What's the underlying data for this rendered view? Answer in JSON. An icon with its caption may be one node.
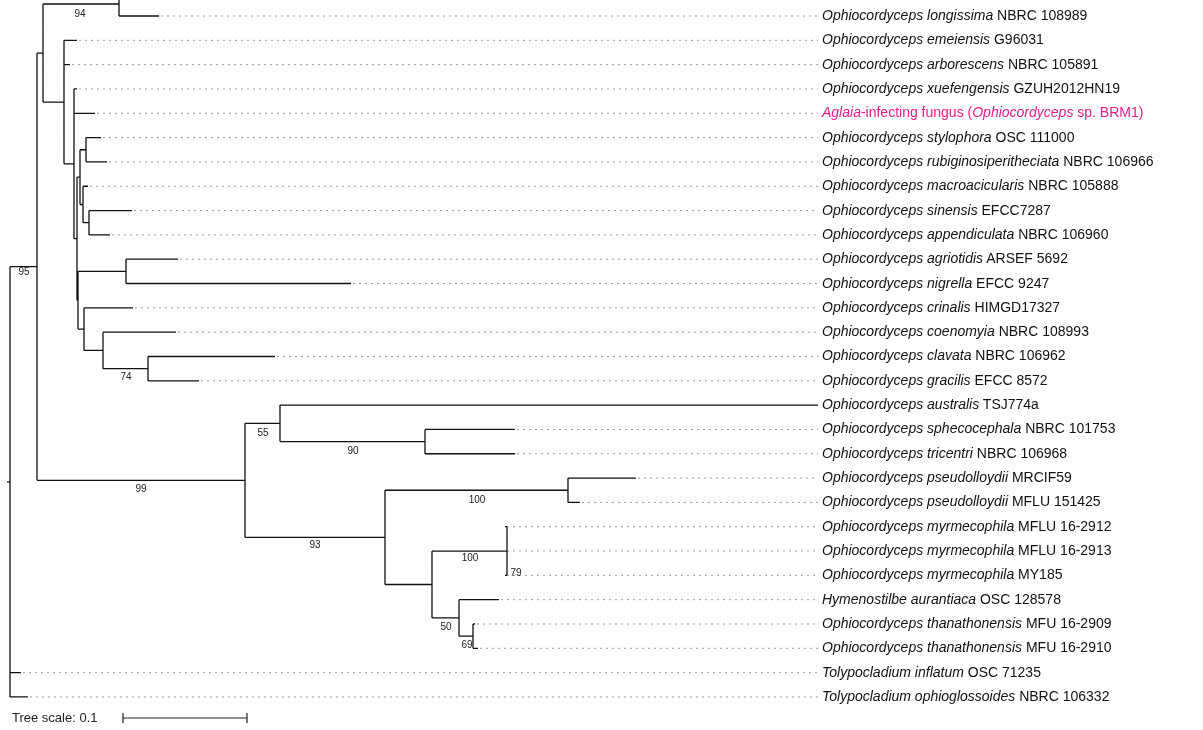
{
  "diagram": {
    "labels": [
      "94",
      "*Ophiocordyceps longissima* NBRC 108989",
      "*Ophiocordyceps emeiensis* G96031",
      "*Ophiocordyceps arborescens* NBRC 105891",
      "*Ophiocordyceps xuefengensis* GZUH2012HN19",
      "*Aglaia*-infecting fungus (*Ophiocordyceps* sp. BRM1)",
      "*Ophiocordyceps stylophora* OSC 111000",
      "*Ophiocordyceps rubiginosiperitheciata* NBRC 106966",
      "*Ophiocordyceps macroacicularis* NBRC 105888",
      "*Ophiocordyceps sinensis* EFCC7287",
      "*Ophiocordyceps appendiculata* NBRC 106960",
      "*Ophiocordyceps agriotidis* ARSEF 5692",
      "95",
      "*Ophiocordyceps nigrella* EFCC 9247",
      "*Ophiocordyceps crinalis* HIMGD17327",
      "*Ophiocordyceps coenomyia* NBRC 108993",
      "*Ophiocordyceps clavata* NBRC 106962",
      "74",
      "*Ophiocordyceps gracilis* EFCC 8572",
      "*Ophiocordyceps australis* TSJ774a",
      "*Ophiocordyceps sphecocephala* NBRC 101753",
      "55",
      "90",
      "*Ophiocordyceps tricentri* NBRC 106968",
      "*Ophiocordyceps pseudolloydii* MRCIF59",
      "99",
      "100",
      "*Ophiocordyceps pseudolloydii* MFLU 151425",
      "*Ophiocordyceps myrmecophila* MFLU 16-2912",
      "93",
      "*Ophiocordyceps myrmecophila* MFLU 16-2913",
      "100",
      "79",
      "*Ophiocordyceps myrmecophila* MY185",
      "*Hymenostilbe aurantiaca* OSC 128578",
      "50",
      "*Ophiocordyceps thanathonensis* MFU 16-2909",
      "69",
      "*Ophiocordyceps thanathonensis* MFU 16-2910",
      "*Tolypocladium inflatum* OSC 71235",
      "*Tolypocladium ophioglossoides* NBRC 106332",
      "Tree scale: 0.1"
    ]
  }
}
